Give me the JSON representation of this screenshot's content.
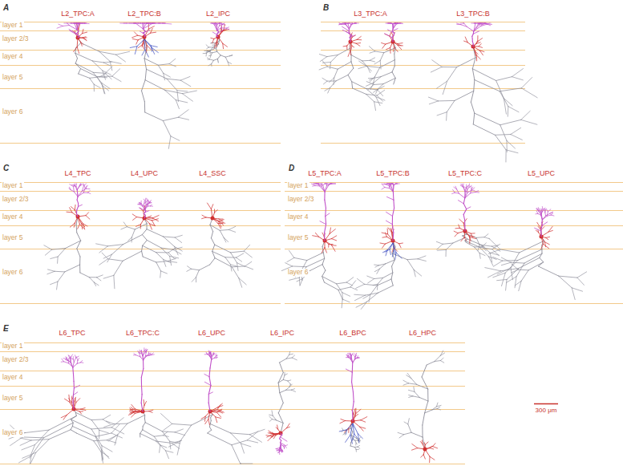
{
  "diagram": {
    "labels": [
      "A",
      "L2_TPC:A",
      "L2_TPC:B",
      "L2_IPC",
      "layer 1",
      "layer 2/3",
      "layer 4",
      "layer 5",
      "layer 6",
      "B",
      "L3_TPC:A",
      "L3_TPC:B",
      "C",
      "L4_TPC",
      "L4_UPC",
      "L4_SSC",
      "layer 1",
      "layer 2/3",
      "layer 4",
      "layer 5",
      "layer 6",
      "D",
      "L5_TPC:A",
      "L5_TPC:B",
      "L5_TPC:C",
      "L5_UPC",
      "layer 1",
      "layer 2/3",
      "layer 4",
      "layer 5",
      "layer 6",
      "E",
      "L6_TPC",
      "L6_TPC:C",
      "L6_UPC",
      "L6_IPC",
      "L6_BPC",
      "L6_HPC",
      "layer 1",
      "layer 2/3",
      "layer 4",
      "layer 5",
      "layer 6",
      "300 μm"
    ]
  }
}
